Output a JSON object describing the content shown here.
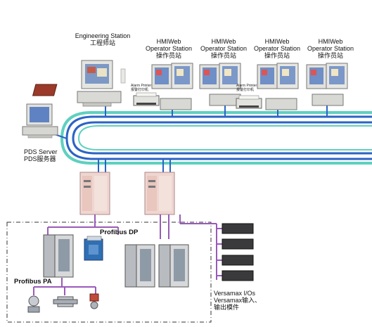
{
  "engineering_station": {
    "name_en": "Engineering Station",
    "name_zh": "工程师站"
  },
  "operator_stations": [
    {
      "line1": "HMIWeb",
      "line2": "Operator Station",
      "line3": "操作员站"
    },
    {
      "line1": "HMIWeb",
      "line2": "Operator Station",
      "line3": "操作员站"
    },
    {
      "line1": "HMIWeb",
      "line2": "Operator Station",
      "line3": "操作员站"
    },
    {
      "line1": "HMIWeb",
      "line2": "Operator Station",
      "line3": "操作员站"
    }
  ],
  "printers": [
    {
      "line1": "Alarm Printer",
      "line2": "报警打印机"
    },
    {
      "line1": "Alarm Printer",
      "line2": "报警打印机"
    }
  ],
  "pds_server": {
    "name_en": "PDS Server",
    "name_zh": "PDS服务器"
  },
  "profibus_dp": "Profibus DP",
  "profibus_pa": "Profibus PA",
  "versamax": {
    "line1": "Versamax I/Os",
    "line2": "Versamax输入、",
    "line3": "输出模件"
  },
  "colors": {
    "network_blue": "#2b63c6",
    "network_teal": "#5fd0c0",
    "bus_purple": "#9a5ab8",
    "dashed_box": "#333333"
  }
}
